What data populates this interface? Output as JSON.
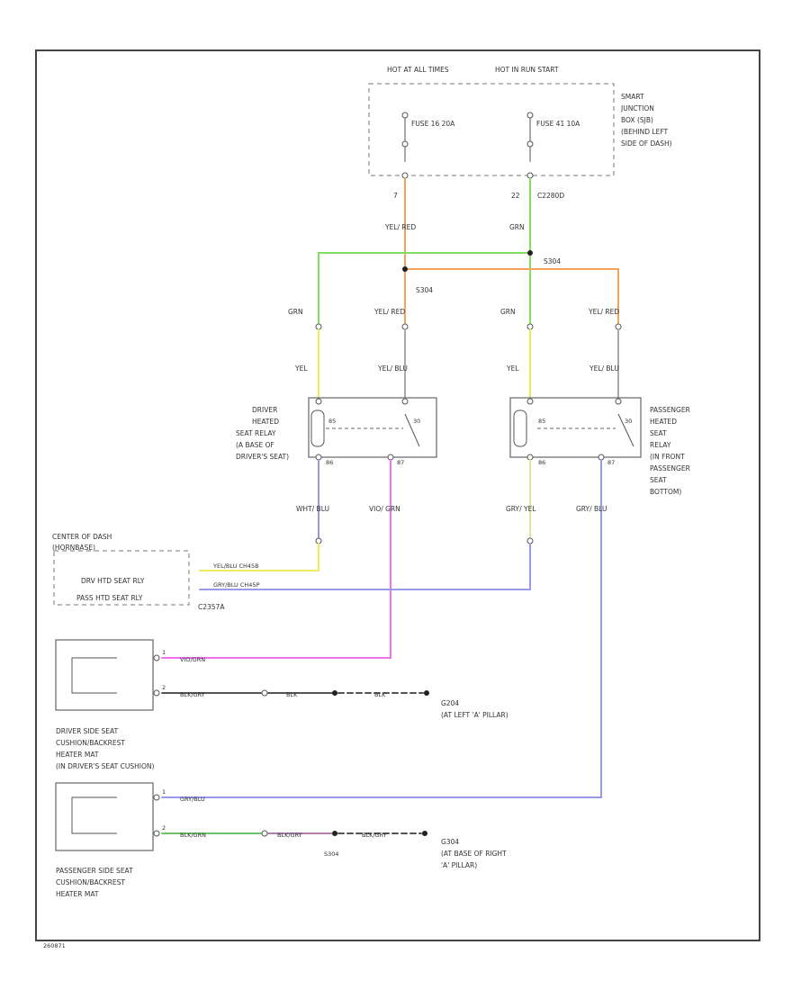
{
  "colors": {
    "yel_red": "#f5a25a",
    "grn": "#7fdf5f",
    "yel": "#ecec5a",
    "yel_blu": "#aaaaaa",
    "wht_blu": "#9a9ad8",
    "vio_grn": "#f070f0",
    "gry_yel": "#e6e69a",
    "gry_blu": "#9999ee",
    "blk": "#555555"
  },
  "sjb": {
    "hot_at_all_times": "HOT AT ALL TIMES",
    "hot_in_run_start": "HOT IN RUN START",
    "fuse_a": "FUSE 16 20A",
    "fuse_b": "FUSE 41 10A",
    "desc": [
      "SMART",
      "JUNCTION",
      "BOX (SJB)",
      "(BEHIND LEFT",
      "SIDE OF DASH)"
    ],
    "pin_a": "7",
    "pin_b": "22",
    "conn": "C2280D"
  },
  "wire_labels": {
    "yel_red_1": "YEL/ RED",
    "grn_1": "GRN",
    "grn_left": "GRN",
    "yel_red_left": "YEL/ RED",
    "grn_right": "GRN",
    "yel_red_right": "YEL/ RED",
    "yel_left": "YEL",
    "yel_blu_left": "YEL/ BLU",
    "yel_right": "YEL",
    "yel_blu_right": "YEL/ BLU",
    "wht_blu": "WHT/ BLU",
    "vio_grn": "VIO/ GRN",
    "gry_yel": "GRY/ YEL",
    "gry_blu": "GRY/ BLU"
  },
  "splices": {
    "s1": "S304",
    "s2": "S304"
  },
  "driver_relay": {
    "desc": [
      "DRIVER",
      "HEATED",
      "SEAT RELAY",
      "(A BASE OF",
      "DRIVER'S SEAT)"
    ],
    "pin_85": "85",
    "pin_30": "30",
    "pin_86": "86",
    "pin_87": "87"
  },
  "passenger_relay": {
    "desc": [
      "PASSENGER",
      "HEATED",
      "SEAT",
      "RELAY",
      "(IN FRONT",
      "PASSENGER",
      "SEAT",
      "BOTTOM)"
    ],
    "pin_85": "85",
    "pin_30": "30",
    "pin_86": "86",
    "pin_87": "87"
  },
  "center_dash": {
    "title": [
      "CENTER OF DASH",
      "(HORNBASE)"
    ],
    "row1": "DRV HTD SEAT RLY",
    "row2": "PASS HTD SEAT RLY",
    "conn": "C2357A",
    "w1": "YEL/BLU CH45B",
    "w2": "GRY/BLU CH45P"
  },
  "driver_mat": {
    "desc": [
      "DRIVER SIDE SEAT",
      "CUSHION/BACKREST",
      "HEATER MAT",
      "(IN DRIVER'S SEAT CUSHION)"
    ],
    "pin1": "1",
    "pin2": "2",
    "w1": "VIO/GRN",
    "w2": "BLK/GRY",
    "w3": "BLK",
    "w4": "BLK",
    "ground": "G204",
    "ground_loc": "(AT LEFT 'A' PILLAR)"
  },
  "passenger_mat": {
    "desc": [
      "PASSENGER SIDE SEAT",
      "CUSHION/BACKREST",
      "HEATER MAT"
    ],
    "pin1": "1",
    "pin2": "2",
    "w1": "GRY/BLU",
    "w2": "BLK/GRN",
    "w3": "BLK/GRY",
    "w4": "BLK/GRY",
    "splice": "S304",
    "ground": "G304",
    "ground_loc": [
      "(AT BASE OF RIGHT",
      "'A' PILLAR)"
    ]
  },
  "page_code": "260871"
}
